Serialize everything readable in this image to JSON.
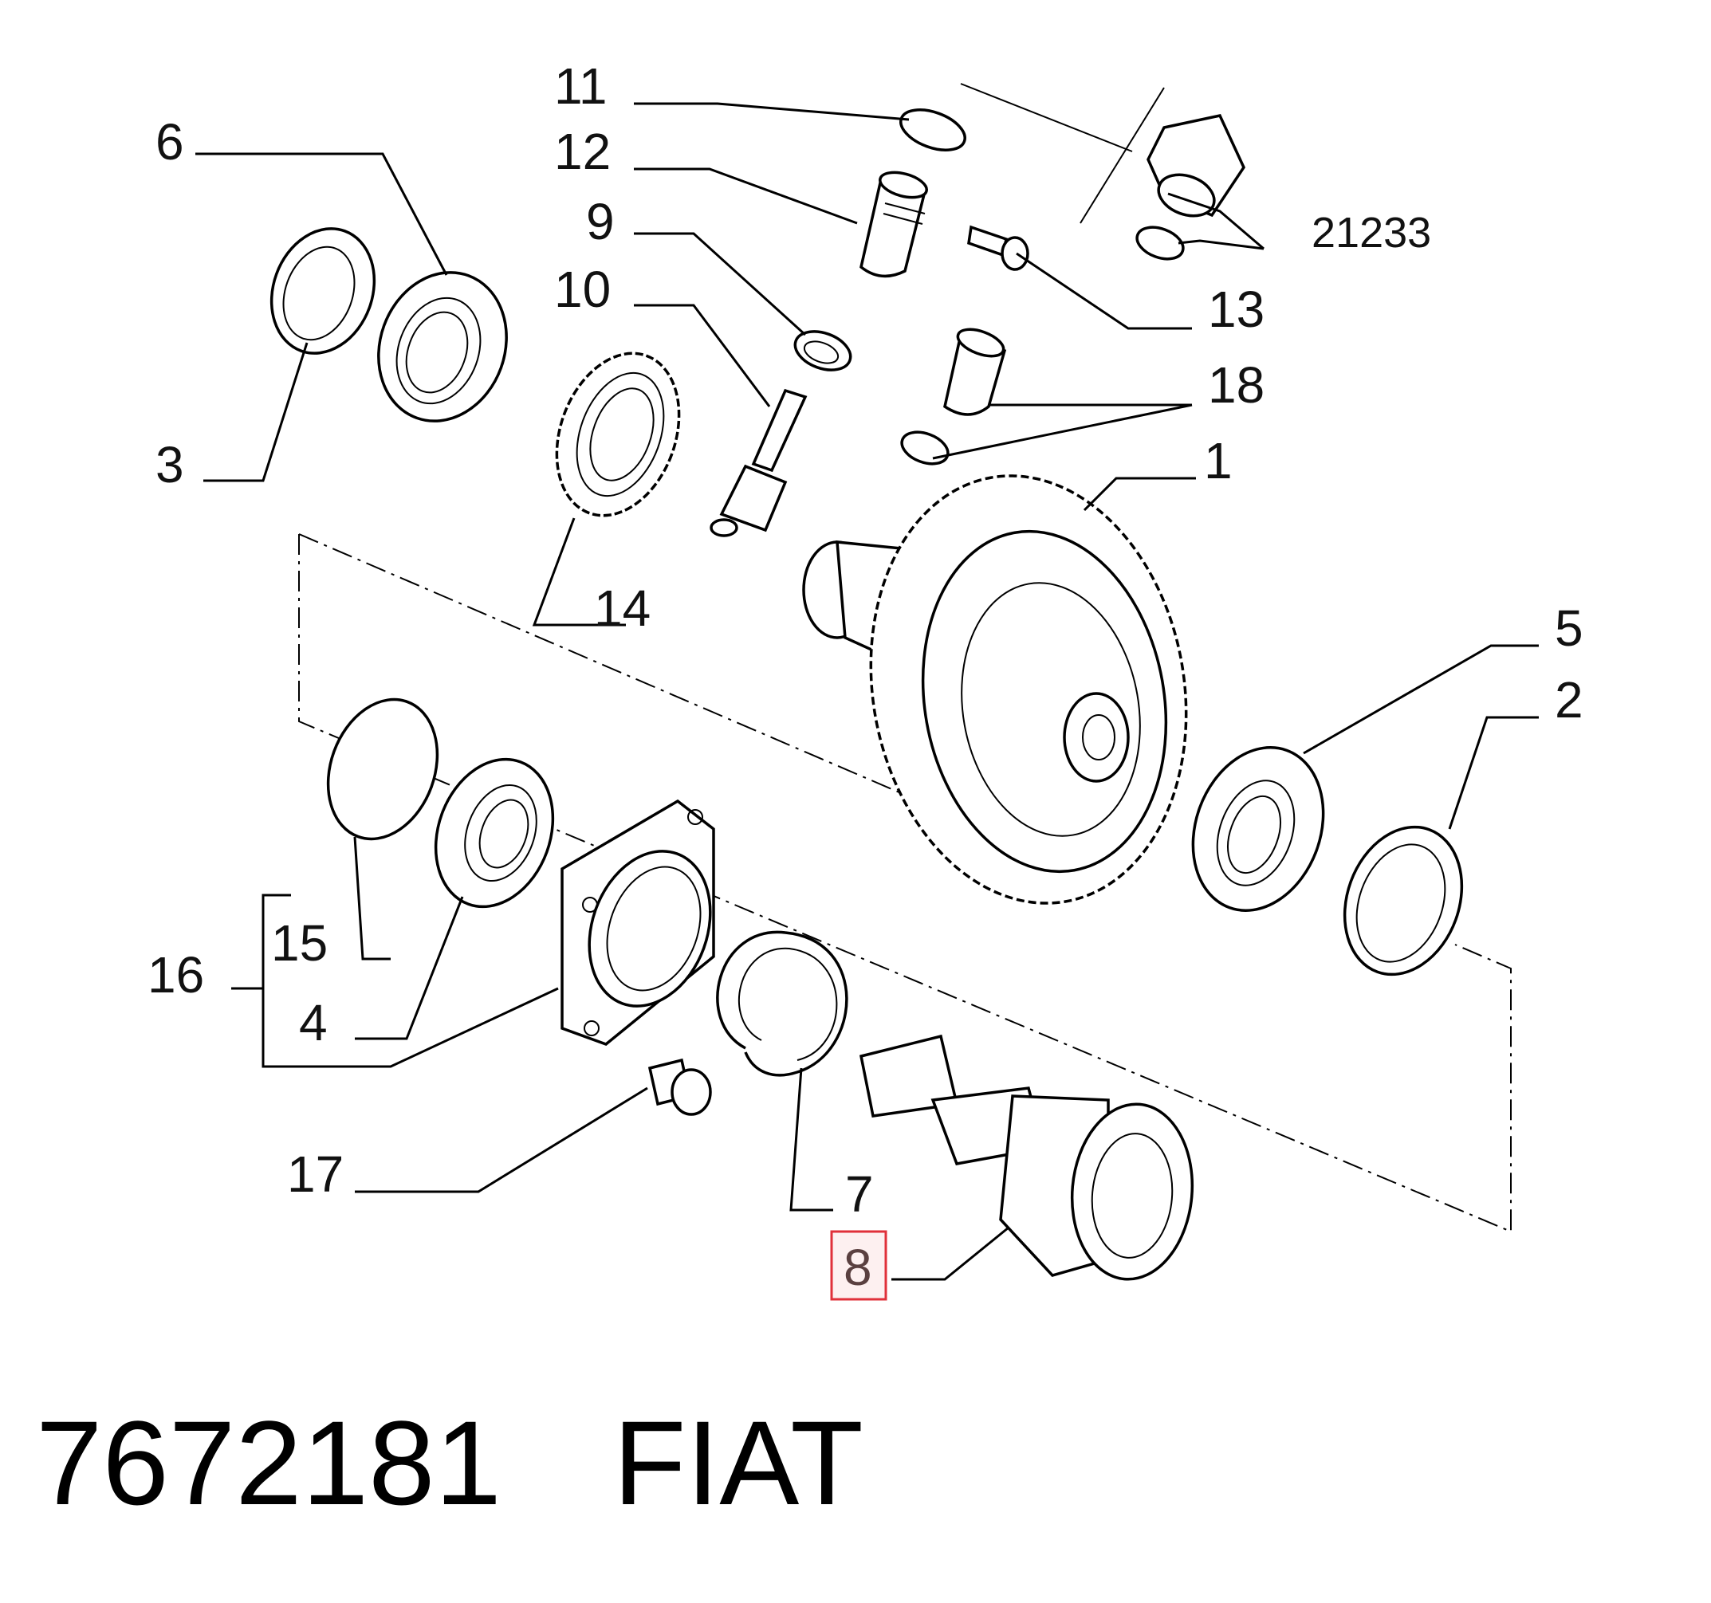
{
  "diagram": {
    "callouts": [
      {
        "id": "11",
        "label": "11"
      },
      {
        "id": "12",
        "label": "12"
      },
      {
        "id": "9",
        "label": "9"
      },
      {
        "id": "10",
        "label": "10"
      },
      {
        "id": "6",
        "label": "6"
      },
      {
        "id": "3",
        "label": "3"
      },
      {
        "id": "21233",
        "label": "21233"
      },
      {
        "id": "13",
        "label": "13"
      },
      {
        "id": "18",
        "label": "18"
      },
      {
        "id": "1",
        "label": "1"
      },
      {
        "id": "14",
        "label": "14"
      },
      {
        "id": "5",
        "label": "5"
      },
      {
        "id": "2",
        "label": "2"
      },
      {
        "id": "15",
        "label": "15"
      },
      {
        "id": "16",
        "label": "16"
      },
      {
        "id": "4",
        "label": "4"
      },
      {
        "id": "17",
        "label": "17"
      },
      {
        "id": "7",
        "label": "7"
      },
      {
        "id": "8",
        "label": "8",
        "highlighted": true
      }
    ],
    "highlight_color": "#e0303a"
  },
  "footer": {
    "part_number": "7672181",
    "brand": "FIAT"
  }
}
